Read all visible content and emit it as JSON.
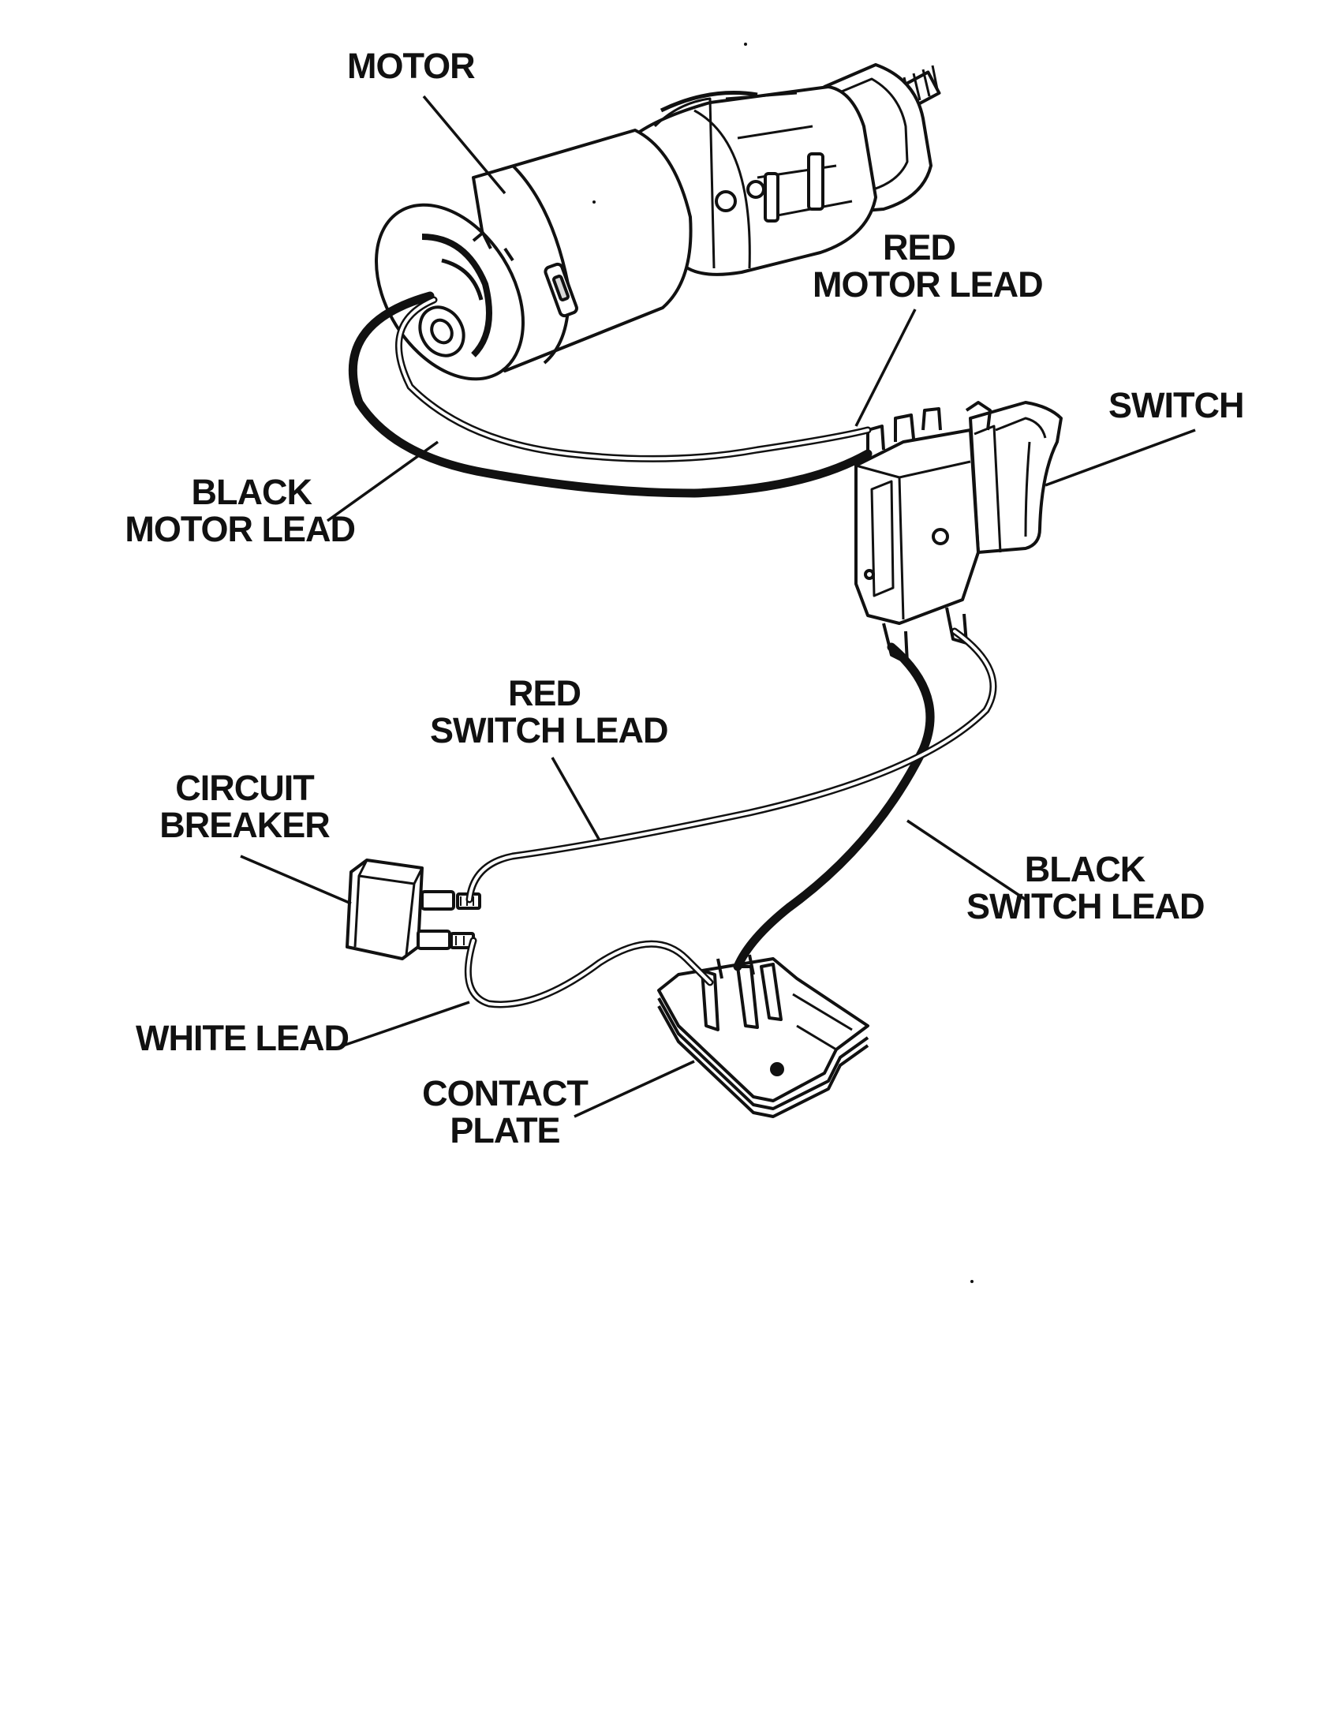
{
  "labels": {
    "motor": {
      "lines": [
        "MOTOR"
      ]
    },
    "red_motor_lead": {
      "lines": [
        "RED",
        "MOTOR LEAD"
      ]
    },
    "switch": {
      "lines": [
        "SWITCH"
      ]
    },
    "black_motor_lead": {
      "lines": [
        "BLACK",
        "MOTOR LEAD"
      ]
    },
    "red_switch_lead": {
      "lines": [
        "RED",
        "SWITCH LEAD"
      ]
    },
    "circuit_breaker": {
      "lines": [
        "CIRCUIT",
        "BREAKER"
      ]
    },
    "black_switch_lead": {
      "lines": [
        "BLACK",
        "SWITCH LEAD"
      ]
    },
    "white_lead": {
      "lines": [
        "WHITE LEAD"
      ]
    },
    "contact_plate": {
      "lines": [
        "CONTACT",
        "PLATE"
      ]
    }
  },
  "colors": {
    "ink": "#111111",
    "paper": "#ffffff",
    "shade": "#d8d8d8"
  }
}
